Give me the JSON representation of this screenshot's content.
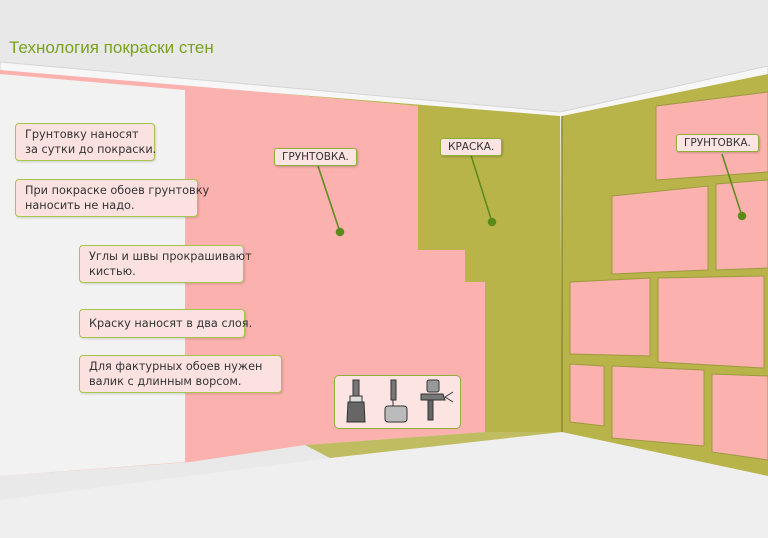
{
  "title": "Технология покраски стен",
  "notes": [
    {
      "lines": [
        "Грунтовку наносят",
        "за сутки до покраски."
      ]
    },
    {
      "lines": [
        "При покраске обоев грунтовку",
        "наносить не надо."
      ]
    },
    {
      "lines": [
        "Углы и швы прокрашивают",
        "кистью."
      ]
    },
    {
      "lines": [
        "Краску наносят в два слоя."
      ]
    },
    {
      "lines": [
        "Для фактурных обоев нужен",
        "валик с длинным ворсом."
      ]
    }
  ],
  "labels": {
    "primer_front": "ГРУНТОВКА.",
    "paint": "КРАСКА.",
    "primer_right": "ГРУНТОВКА."
  },
  "tools": [
    "brush-icon",
    "paint-roller-icon",
    "spray-gun-icon"
  ],
  "colors": {
    "primer": "#fbb1ad",
    "paint": "#b9b44a",
    "accent": "#7aa21c",
    "wall_bare": "#f2f2f2"
  }
}
